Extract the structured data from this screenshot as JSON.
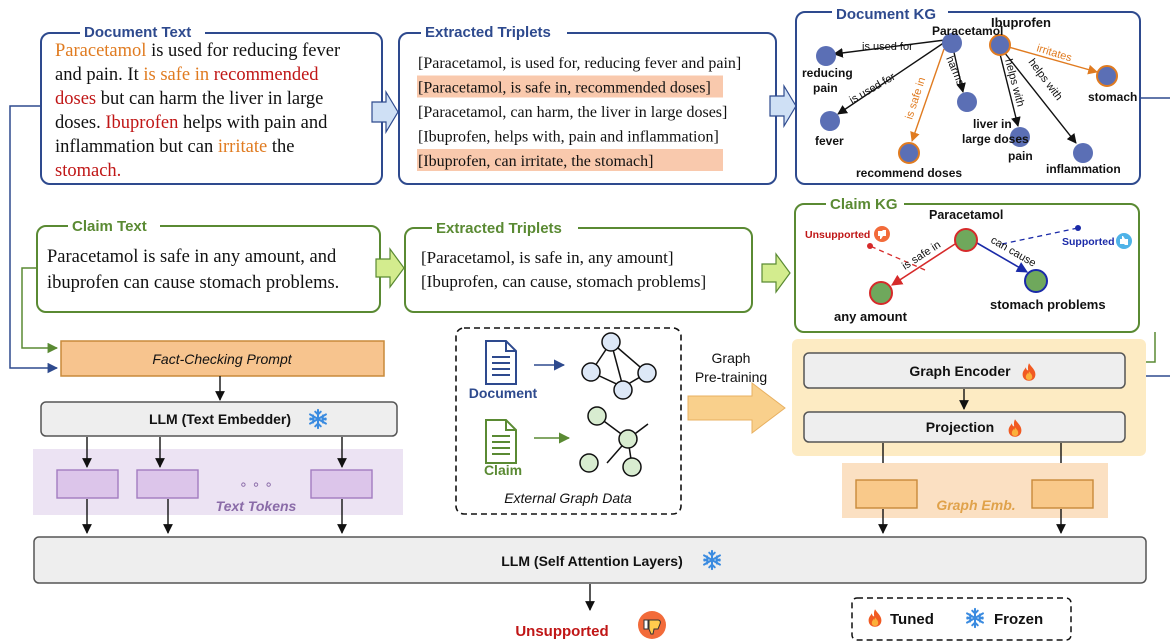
{
  "document_text": {
    "title": "Document Text",
    "lines": [
      [
        {
          "t": "Paracetamol",
          "c": "orange"
        },
        {
          "t": " is used for reducing fever",
          "c": "black"
        }
      ],
      [
        {
          "t": "and pain. It ",
          "c": "black"
        },
        {
          "t": "is safe in ",
          "c": "orange"
        },
        {
          "t": "recommended",
          "c": "red"
        }
      ],
      [
        {
          "t": "doses",
          "c": "red"
        },
        {
          "t": " but can harm the liver in large",
          "c": "black"
        }
      ],
      [
        {
          "t": "doses. ",
          "c": "black"
        },
        {
          "t": "Ibuprofen",
          "c": "red"
        },
        {
          "t": " helps with pain and",
          "c": "black"
        }
      ],
      [
        {
          "t": "inflammation but can ",
          "c": "black"
        },
        {
          "t": "irritate",
          "c": "orange"
        },
        {
          "t": " the",
          "c": "black"
        }
      ],
      [
        {
          "t": "stomach.",
          "c": "red"
        }
      ]
    ]
  },
  "doc_triplets": {
    "title": "Extracted Triplets",
    "items": [
      {
        "text": "[Paracetamol, is used for, reducing fever and pain]",
        "highlight": false
      },
      {
        "text": "[Paracetamol, is safe in, recommended doses]",
        "highlight": true
      },
      {
        "text": "[Paracetamol, can harm, the liver in large doses]",
        "highlight": false
      },
      {
        "text": "[Ibuprofen, helps with, pain and inflammation]",
        "highlight": false
      },
      {
        "text": "[Ibuprofen, can irritate, the stomach]",
        "highlight": true
      }
    ]
  },
  "document_kg": {
    "title": "Document KG",
    "node_labels": {
      "paracetamol": "Paracetamol",
      "ibuprofen": "Ibuprofen",
      "reducing_pain_1": "reducing",
      "reducing_pain_2": "pain",
      "fever": "fever",
      "liver_1": "liver in",
      "liver_2": "large doses",
      "recommend": "recommend doses",
      "stomach": "stomach",
      "pain": "pain",
      "inflammation": "inflammation"
    },
    "edge_labels": {
      "used_for_1": "is used for",
      "used_for_2": "is used for",
      "harms": "harms",
      "safe_in": "is safe in",
      "irritates": "irritates",
      "helps_with_1": "helps with",
      "helps_with_2": "helps with"
    }
  },
  "claim_text": {
    "title": "Claim Text",
    "lines": [
      "Paracetamol is safe in any amount, and",
      "ibuprofen can cause stomach problems."
    ]
  },
  "claim_triplets": {
    "title": "Extracted Triplets",
    "items": [
      "[Paracetamol, is safe in, any amount]",
      "[Ibuprofen, can cause, stomach problems]"
    ]
  },
  "claim_kg": {
    "title": "Claim KG",
    "node_labels": {
      "paracetamol": "Paracetamol",
      "any_amount": "any amount",
      "stomach_problems": "stomach problems"
    },
    "edge_labels": {
      "safe_in": "is safe in",
      "can_cause": "can cause"
    },
    "unsupported": "Unsupported",
    "supported": "Supported"
  },
  "prompt": {
    "label": "Fact-Checking Prompt"
  },
  "text_embedder": {
    "label": "LLM (Text Embedder)"
  },
  "text_tokens": {
    "label": "Text Tokens",
    "dots": "∘  ∘  ∘"
  },
  "external": {
    "document": "Document",
    "claim": "Claim",
    "caption": "External Graph Data"
  },
  "pretraining": {
    "line1": "Graph",
    "line2": "Pre-training"
  },
  "graph_encoder": {
    "label": "Graph Encoder"
  },
  "projection": {
    "label": "Projection"
  },
  "graph_emb": {
    "label": "Graph Emb."
  },
  "llm_attention": {
    "label": "LLM (Self Attention Layers)"
  },
  "output": {
    "label": "Unsupported"
  },
  "legend": {
    "tuned": "Tuned",
    "frozen": "Frozen"
  },
  "colors": {
    "blue_border": "#2e4a8e",
    "blue_title": "#2e4a8e",
    "green_border": "#5a8a33",
    "green_title": "#5a8a33",
    "orange_text": "#e07b20",
    "red_text": "#c01616",
    "highlight": "#f9c9ad",
    "node_blue": "#5b6fb5",
    "node_green": "#6fa85c",
    "node_red_ring": "#d62a2a",
    "prompt_fill": "#f7c48e",
    "token_bg": "#ece3f3",
    "token_fill": "#dcc5ea",
    "proj_bg": "#fdebc3",
    "emb_bg": "#fbe0c2",
    "emb_fill": "#f9c98a",
    "gray_fill": "#eeeeee"
  },
  "icons": [
    "snowflake-icon",
    "fire-icon",
    "thumbs-down-icon",
    "thumbs-up-icon",
    "document-icon",
    "graph-icon"
  ]
}
